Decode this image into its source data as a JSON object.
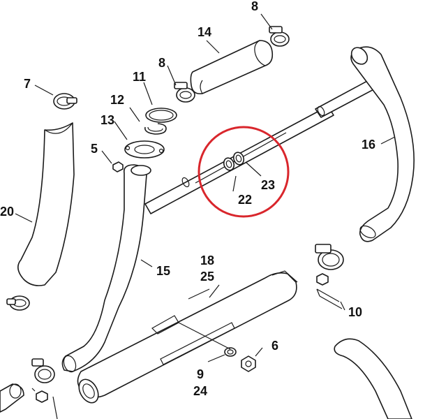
{
  "diagram": {
    "labels": {
      "p8a": "8",
      "p14": "14",
      "p7": "7",
      "p8b": "8",
      "p11": "11",
      "p12": "12",
      "p13": "13",
      "p5": "5",
      "p16": "16",
      "p22": "22",
      "p23": "23",
      "p20": "20",
      "p15": "15",
      "p18": "18",
      "p25": "25",
      "p10": "10",
      "p6": "6",
      "p9": "9",
      "p24": "24"
    },
    "highlight": {
      "color": "#d9262c",
      "parts": [
        "22",
        "23"
      ]
    }
  }
}
